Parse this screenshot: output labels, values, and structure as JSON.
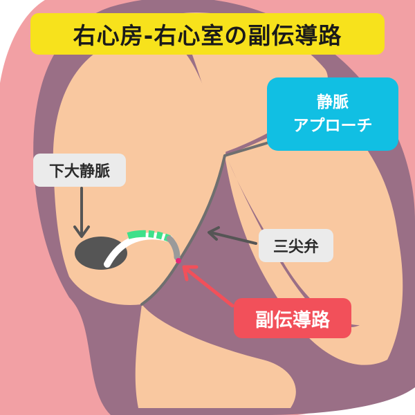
{
  "title": "右心房-右心室の副伝導路",
  "labels": {
    "approach_line1": "静脈",
    "approach_line2": "アプローチ",
    "ivc": "下大静脈",
    "tricuspid": "三尖弁",
    "pathway": "副伝導路"
  },
  "colors": {
    "title_bg": "#f7e21c",
    "approach_bg": "#11bfe3",
    "pathway_bg": "#f2505a",
    "tag_bg": "#ebebeb",
    "heart_outer": "#f2a0a4",
    "heart_wall": "#9a6f86",
    "chamber": "#f9c8a0",
    "catheter_tip": "#3ee08a"
  }
}
